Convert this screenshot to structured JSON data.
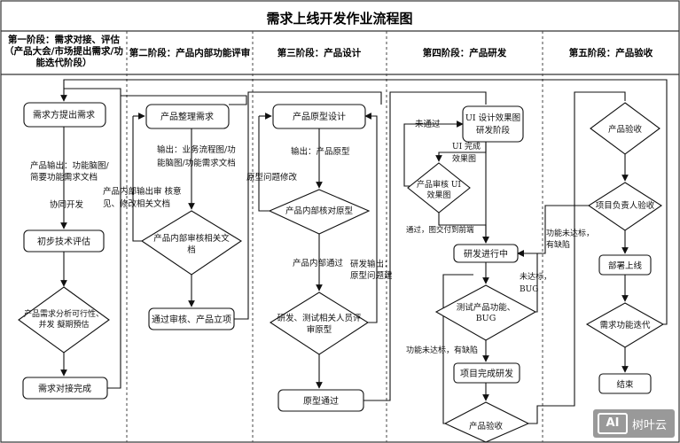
{
  "title": "需求上线开发作业流程图",
  "phases": [
    {
      "lines": [
        "第一阶段：需求对接、评估",
        "（产品大会/市场提出需求/功",
        "能迭代阶段）"
      ]
    },
    {
      "lines": [
        "第二阶段：产品内部功能评审"
      ]
    },
    {
      "lines": [
        "第三阶段：产品设计"
      ]
    },
    {
      "lines": [
        "第四阶段：产品研发"
      ]
    },
    {
      "lines": [
        "第五阶段：产品验收"
      ]
    }
  ],
  "nodes": {
    "p1_start": [
      "需求方提出需求"
    ],
    "p1_assess": [
      "初步技术评估"
    ],
    "p1_decision": [
      "产品需求分析可行性、",
      "并发 擬期預估"
    ],
    "p1_end": [
      "需求对接完成"
    ],
    "p2_sort": [
      "产品整理需求"
    ],
    "p2_decision": [
      "产品内部审核相关文",
      "档"
    ],
    "p2_pass": [
      "通过审核、产品立项"
    ],
    "p3_proto": [
      "产品原型设计"
    ],
    "p3_decision": [
      "产品内部核对原型"
    ],
    "p3_review": [
      "研发、测试相关人员评",
      "审原型"
    ],
    "p3_pass": [
      "原型通过"
    ],
    "p4_ui": [
      "UI 设计效果图",
      "研发阶段"
    ],
    "p4_decision": [
      "产品审核 UI",
      "效果图"
    ],
    "p4_dev": [
      "研发进行中"
    ],
    "p4_test": [
      "测试产品功能、",
      "BUG"
    ],
    "p4_done": [
      "项目完成研发"
    ],
    "p4_accept": [
      "产品验收"
    ],
    "p5_accept": [
      "产品验收"
    ],
    "p5_decision": [
      "项目负责人验收"
    ],
    "p5_deploy": [
      "部署上线"
    ],
    "p5_iter": [
      "需求功能迭代"
    ],
    "p5_end": [
      "结束"
    ]
  },
  "annotations": {
    "a1_output": [
      "产品输出：功能脑图/",
      "简要功能需求文档"
    ],
    "a1_cowork": [
      "协同开发"
    ],
    "a2_output": [
      "输出：业务流程图/功",
      "能脑图/功能需求文档"
    ],
    "a2_return": [
      "产品内部输出审 核意",
      "见、修改相关文档"
    ],
    "a3_output": [
      "输出：产品原型"
    ],
    "a3_revise": [
      "原型问题修改"
    ],
    "a3_pass": [
      "产品内部通过"
    ],
    "a3_dev_out": [
      "研发输出：",
      "原型问题建"
    ],
    "a4_fail": [
      "未通过"
    ],
    "a4_ui_done": [
      "UI 完成",
      "效果图"
    ],
    "a4_deliver": [
      "通过，图交付到前端"
    ],
    "a4_bug": [
      "未达标，",
      "BUG"
    ],
    "a4_fail2": [
      "功能未达标，有缺陷"
    ],
    "a5_fail": [
      "功能未达标，",
      "有缺陷"
    ]
  },
  "watermark": {
    "badge": "AI",
    "name": "树叶云"
  }
}
